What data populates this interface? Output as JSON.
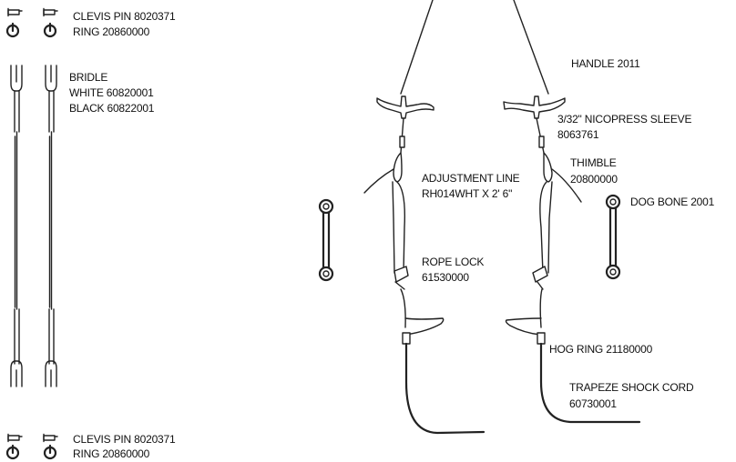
{
  "labels": {
    "clevis_pin_top": "CLEVIS PIN  8020371",
    "ring_top": "RING  20860000",
    "bridle_title": "BRIDLE",
    "bridle_white": "WHITE  60820001",
    "bridle_black": "BLACK  60822001",
    "handle": "HANDLE  2011",
    "sleeve_name": "3/32\" NICOPRESS SLEEVE",
    "sleeve_number": "8063761",
    "thimble_name": "THIMBLE",
    "thimble_number": "20800000",
    "adjustment_line_name": "ADJUSTMENT LINE",
    "adjustment_line_number": "RH014WHT X 2' 6\"",
    "dog_bone": "DOG BONE 2001",
    "rope_lock_name": "ROPE LOCK",
    "rope_lock_number": "61530000",
    "hog_ring": "HOG RING  21180000",
    "shock_cord_name": "TRAPEZE SHOCK CORD",
    "shock_cord_number": "60730001",
    "clevis_pin_bottom": "CLEVIS PIN  8020371",
    "ring_bottom": "RING  20860000"
  }
}
